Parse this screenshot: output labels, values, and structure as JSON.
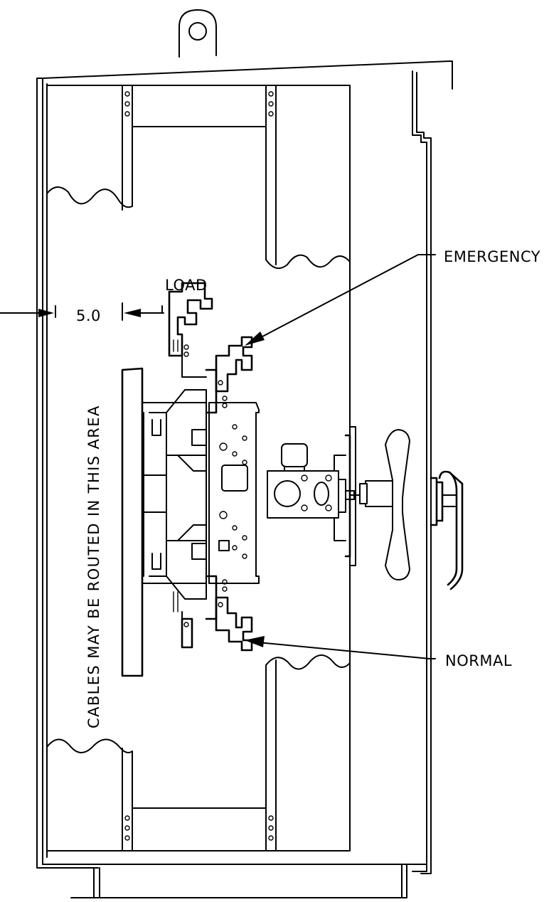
{
  "labels": {
    "emergency": "EMERGENCY",
    "normal": "NORMAL",
    "load": "LOAD",
    "dimension": "5.0",
    "cable_note": "CABLES MAY BE ROUTED IN THIS AREA"
  }
}
